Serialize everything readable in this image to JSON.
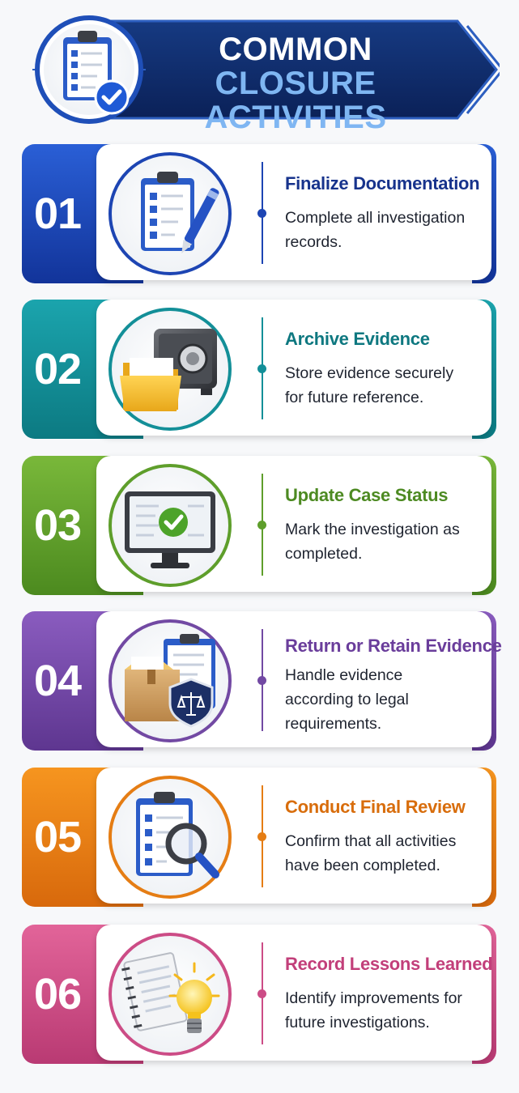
{
  "header": {
    "title_line1": "COMMON",
    "title_line2": "CLOSURE ACTIVITIES",
    "badge_icon": "clipboard-check-icon",
    "colors": {
      "banner": "#0e2a66",
      "accent": "#7fb6f2"
    }
  },
  "steps": [
    {
      "number": "01",
      "title": "Finalize Documentation",
      "description": "Complete all investigation records.",
      "icon": "clipboard-pen-icon",
      "color": "#1d45b3",
      "title_color": "#17338c"
    },
    {
      "number": "02",
      "title": "Archive Evidence",
      "description": "Store evidence securely for future reference.",
      "icon": "folder-safe-icon",
      "color": "#138f98",
      "title_color": "#0e7880"
    },
    {
      "number": "03",
      "title": "Update Case Status",
      "description": "Mark the investigation as completed.",
      "icon": "monitor-check-icon",
      "color": "#5e9e2b",
      "title_color": "#4d8a22"
    },
    {
      "number": "04",
      "title": "Return or Retain Evidence",
      "description": "Handle evidence according to legal requirements.",
      "icon": "box-shield-icon",
      "color": "#7249a3",
      "title_color": "#6a3d9b"
    },
    {
      "number": "05",
      "title": "Conduct Final Review",
      "description": "Confirm that all activities have been completed.",
      "icon": "clipboard-magnifier-icon",
      "color": "#e57d14",
      "title_color": "#d86d0c"
    },
    {
      "number": "06",
      "title": "Record Lessons Learned",
      "description": "Identify improvements for future investigations.",
      "icon": "notebook-lightbulb-icon",
      "color": "#cc4c86",
      "title_color": "#c23f7a"
    }
  ]
}
